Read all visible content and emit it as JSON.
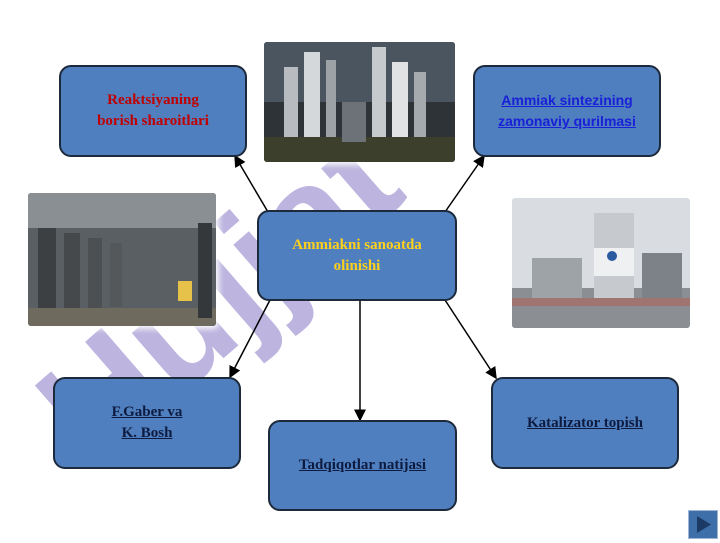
{
  "boxes": {
    "reaction": {
      "line1": "Reaktsiyaning",
      "line2": "borish sharoitlari"
    },
    "synthesis": {
      "line1": "Ammiak sintezining ",
      "line2": "zamonaviy qurilmasi"
    },
    "center": {
      "line1": "Ammiakni sanoatda",
      "line2": "olinishi"
    },
    "gaber": {
      "line1": "F.Gaber va ",
      "line2": "K. Bosh"
    },
    "results": {
      "text": "Tadqiqotlar natijasi"
    },
    "catalyst": {
      "text": "Katalizator topish"
    }
  },
  "watermark": {
    "text": "Hujjat"
  },
  "colors": {
    "box_fill": "#4f7fbe",
    "box_border": "#1d2a3c",
    "red_text": "#c00000",
    "gold_text": "#ffd11a",
    "link_blue": "#1a20d8"
  },
  "nav": {
    "icon": "play-next-icon"
  }
}
